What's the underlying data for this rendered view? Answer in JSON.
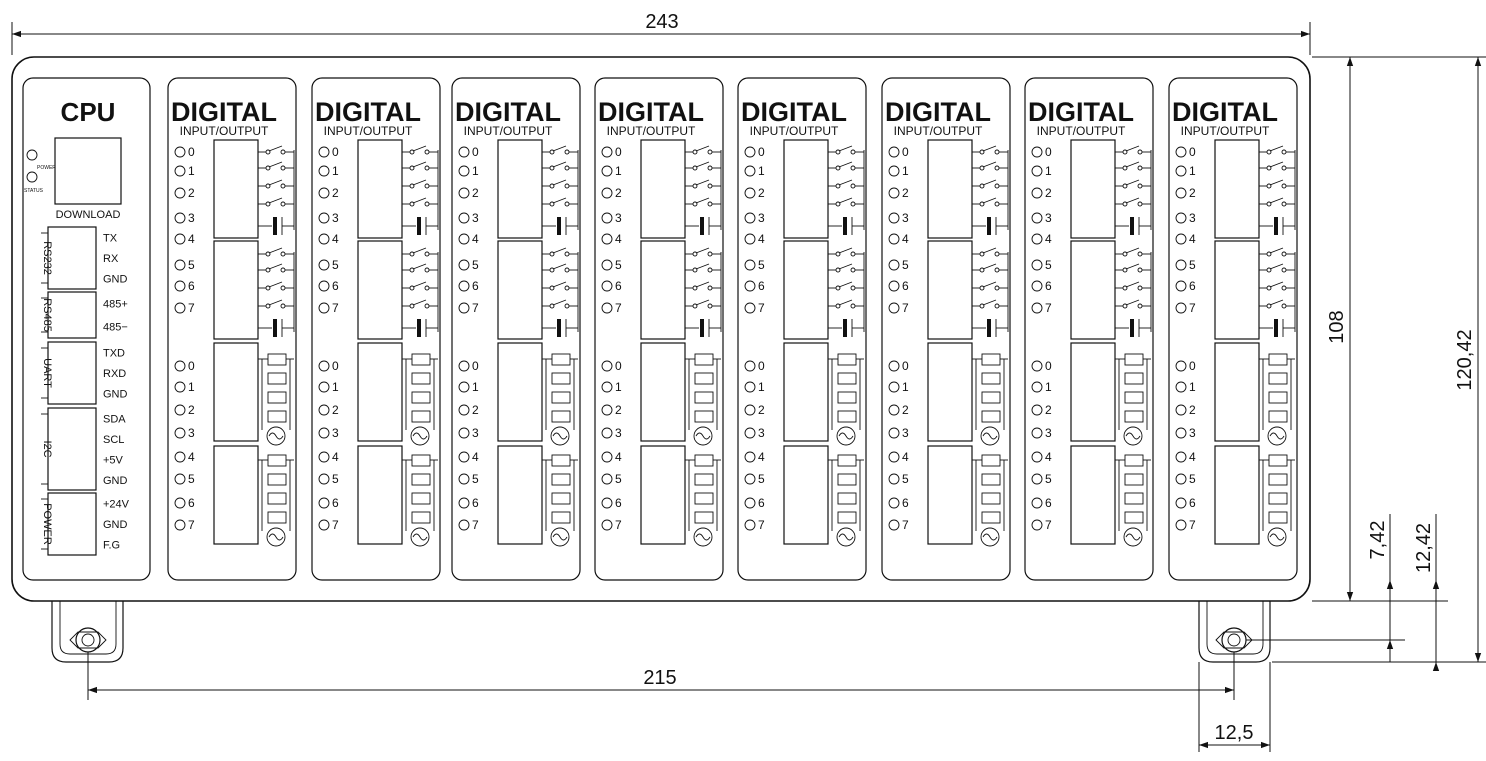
{
  "dimensions": {
    "overall_width": "243",
    "height_body": "108",
    "height_total": "120,42",
    "mount_spacing": "215",
    "mount_offset": "12,5",
    "tab_center": "7,42",
    "tab_bottom": "12,42"
  },
  "cpu": {
    "title": "CPU",
    "led_power": "POWER",
    "led_status": "STATUS",
    "download_label": "DOWNLOAD",
    "ports": [
      {
        "name": "RS232",
        "pins": [
          "TX",
          "RX",
          "GND"
        ]
      },
      {
        "name": "RS485",
        "pins": [
          "485+",
          "485−"
        ]
      },
      {
        "name": "UART",
        "pins": [
          "TXD",
          "RXD",
          "GND"
        ]
      },
      {
        "name": "I2C",
        "pins": [
          "SDA",
          "SCL",
          "+5V",
          "GND"
        ]
      },
      {
        "name": "POWER",
        "pins": [
          "+24V",
          "GND",
          "F.G"
        ]
      }
    ]
  },
  "module": {
    "title": "DIGITAL",
    "subtitle": "INPUT/OUTPUT",
    "channels_upper": [
      "0",
      "1",
      "2",
      "3",
      "4",
      "5",
      "6",
      "7"
    ],
    "channels_lower": [
      "0",
      "1",
      "2",
      "3",
      "4",
      "5",
      "6",
      "7"
    ]
  },
  "module_count": 8
}
